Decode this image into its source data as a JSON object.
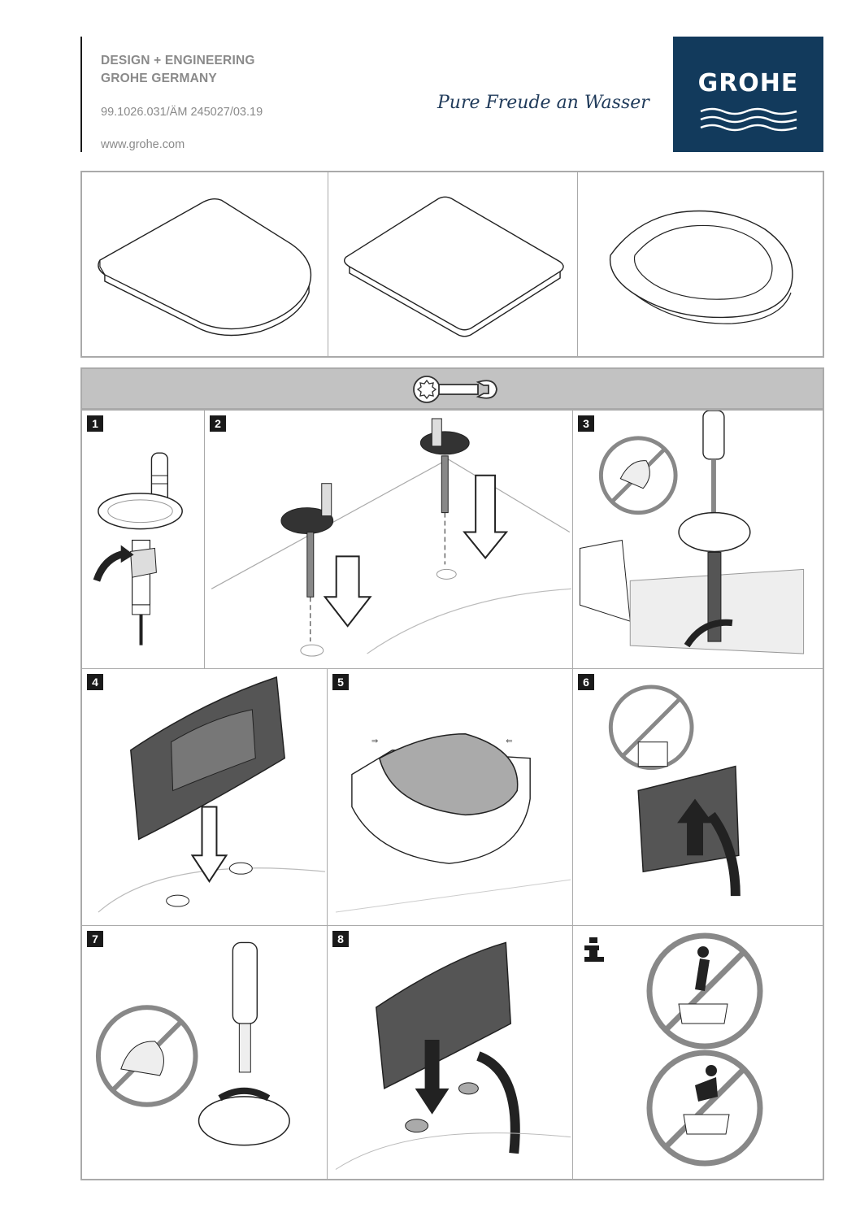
{
  "header": {
    "line1": "DESIGN + ENGINEERING",
    "line2": "GROHE GERMANY",
    "doc_number": "99.1026.031/ÄM 245027/03.19",
    "website": "www.grohe.com",
    "tagline": "Pure Freude an Wasser"
  },
  "brand": {
    "name": "GROHE",
    "color": "#123a5c"
  },
  "seat_models": [
    "d-shaped-seat",
    "rectangular-seat",
    "round-seat"
  ],
  "tool": "open-ring-wrench-icon",
  "steps": [
    {
      "number": "1"
    },
    {
      "number": "2"
    },
    {
      "number": "3"
    },
    {
      "number": "4"
    },
    {
      "number": "5"
    },
    {
      "number": "6"
    },
    {
      "number": "7"
    },
    {
      "number": "8"
    }
  ],
  "info_symbol": "info-icon"
}
